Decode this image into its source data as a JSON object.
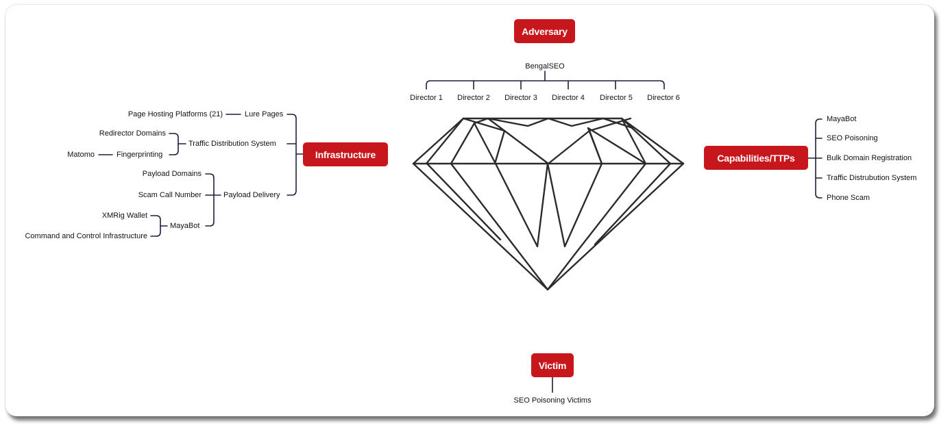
{
  "diagram": {
    "adversary": {
      "title": "Adversary",
      "group": "BengalSEO",
      "members": [
        "Director 1",
        "Director 2",
        "Director 3",
        "Director 4",
        "Director 5",
        "Director 6"
      ]
    },
    "infrastructure": {
      "title": "Infrastructure",
      "page_hosting": "Page Hosting Platforms (21)",
      "lure_pages": "Lure Pages",
      "redirector_domains": "Redirector Domains",
      "traffic_distribution": "Traffic Distribution System",
      "matomo": "Matomo",
      "fingerprinting": "Fingerprinting",
      "payload_domains": "Payload Domains",
      "scam_call_number": "Scam Call Number",
      "payload_delivery": "Payload Delivery",
      "xmrig_wallet": "XMRig Wallet",
      "mayabot": "MayaBot",
      "c2": "Command and Control Infrastructure"
    },
    "capabilities": {
      "title": "Capabilities/TTPs",
      "items": [
        "MayaBot",
        "SEO Poisoning",
        "Bulk Domain Registration",
        "Traffic Distrubution System",
        "Phone Scam"
      ]
    },
    "victim": {
      "title": "Victim",
      "item": "SEO Poisoning Victims"
    }
  },
  "colors": {
    "badge": "#c8161d",
    "connector": "#1b1f3b",
    "diamond": "#2b2b2b"
  }
}
